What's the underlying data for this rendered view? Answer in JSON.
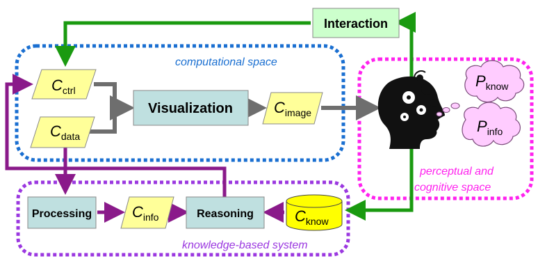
{
  "regions": {
    "computational": "computational space",
    "knowledge": "knowledge-based system",
    "perceptual_line1": "perceptual and",
    "perceptual_line2": "cognitive space"
  },
  "boxes": {
    "interaction": "Interaction",
    "visualization": "Visualization",
    "processing": "Processing",
    "reasoning": "Reasoning"
  },
  "variables": {
    "c_ctrl": {
      "main": "C",
      "sub": "ctrl"
    },
    "c_data": {
      "main": "C",
      "sub": "data"
    },
    "c_image": {
      "main": "C",
      "sub": "image"
    },
    "c_info": {
      "main": "C",
      "sub": "info"
    },
    "c_know": {
      "main": "C",
      "sub": "know"
    },
    "p_know": {
      "main": "P",
      "sub": "know"
    },
    "p_info": {
      "main": "P",
      "sub": "info"
    }
  },
  "colors": {
    "computational_border": "#1a6fd1",
    "perceptual_border": "#ff22ee",
    "knowledge_border": "#9b38e0",
    "green_arrow": "#1a9a10",
    "purple_arrow": "#8a1a8a",
    "gray_arrow": "#6e6e6e",
    "box_fill": "#bfe0e0",
    "interaction_fill": "#ccffcc",
    "parallelogram_fill": "#ffff99",
    "cylinder_fill": "#ffff00",
    "cloud_fill": "#ffccff"
  }
}
